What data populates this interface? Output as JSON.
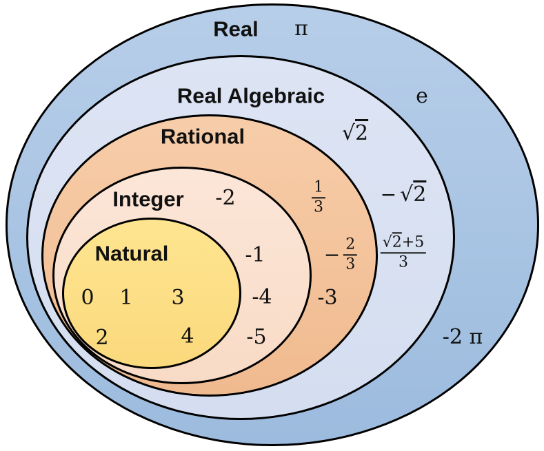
{
  "colors": {
    "background": "#ffffff",
    "outline": "#000000",
    "text": "#111111",
    "real_top": "#b7cee9",
    "real_bottom": "#9cbbde",
    "real_algebraic_top": "#dde4f4",
    "real_algebraic_bottom": "#d4def0",
    "rational_top": "#f7cda9",
    "rational_bottom": "#f0ba8f",
    "integer_top": "#fce6d8",
    "integer_bottom": "#f8dbc6",
    "natural_top": "#fee590",
    "natural_bottom": "#fbd97d"
  },
  "sets": {
    "real": {
      "label": "Real"
    },
    "real_algebraic": {
      "label": "Real Algebraic"
    },
    "rational": {
      "label": "Rational"
    },
    "integer": {
      "label": "Integer"
    },
    "natural": {
      "label": "Natural"
    }
  },
  "examples": {
    "pi": {
      "text": "π",
      "set": "real"
    },
    "e": {
      "text": "e",
      "set": "real"
    },
    "neg_two_pi": {
      "text": "-2 π",
      "set": "real"
    },
    "sqrt2": {
      "radical": "√",
      "radicand": "2",
      "set": "real_algebraic"
    },
    "neg_sqrt2": {
      "sign": "−",
      "radical": "√",
      "radicand": "2",
      "set": "real_algebraic"
    },
    "sqrt2_plus_5_over_3": {
      "radical": "√",
      "radicand": "2",
      "numerator_suffix": "+5",
      "denominator": "3",
      "set": "real_algebraic"
    },
    "one_third": {
      "numerator": "1",
      "denominator": "3",
      "set": "rational"
    },
    "neg_two_thirds": {
      "sign": "−",
      "numerator": "2",
      "denominator": "3",
      "set": "rational"
    },
    "neg3": {
      "text": "-3",
      "set": "rational"
    },
    "neg2": {
      "text": "-2",
      "set": "integer"
    },
    "neg1": {
      "text": "-1",
      "set": "integer"
    },
    "neg4": {
      "text": "-4",
      "set": "integer"
    },
    "neg5": {
      "text": "-5",
      "set": "integer"
    },
    "zero": {
      "text": "0",
      "set": "natural"
    },
    "one": {
      "text": "1",
      "set": "natural"
    },
    "two": {
      "text": "2",
      "set": "natural"
    },
    "three": {
      "text": "3",
      "set": "natural"
    },
    "four": {
      "text": "4",
      "set": "natural"
    }
  }
}
